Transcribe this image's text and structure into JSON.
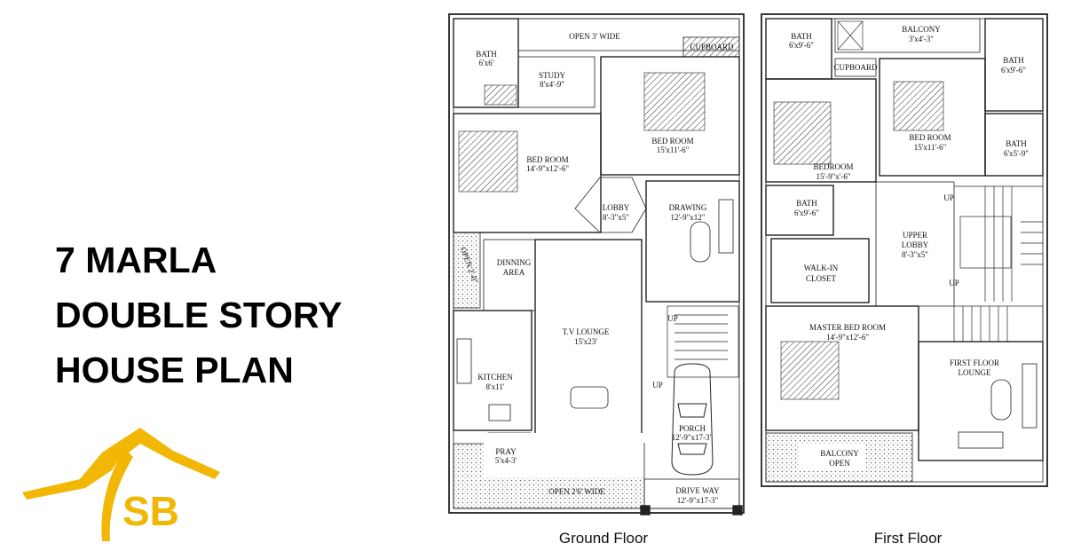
{
  "heading": {
    "line1": "7 MARLA",
    "line2": "DOUBLE STORY",
    "line3": "HOUSE PLAN"
  },
  "logo": {
    "text": "SB",
    "color": "#f2b705"
  },
  "ground_floor": {
    "caption": "Ground Floor",
    "rooms": [
      {
        "id": "open3",
        "name": "OPEN 3' WIDE",
        "size": ""
      },
      {
        "id": "cupboard",
        "name": "CUPBOARD",
        "size": ""
      },
      {
        "id": "bath",
        "name": "BATH",
        "size": "6'x6'"
      },
      {
        "id": "study",
        "name": "STUDY",
        "size": "8'x4'-9\""
      },
      {
        "id": "bedroom1",
        "name": "BED ROOM",
        "size": "15'x11'-6\""
      },
      {
        "id": "bedroom2",
        "name": "BED ROOM",
        "size": "14'-9\"x12'-6\""
      },
      {
        "id": "lobby",
        "name": "LOBBY",
        "size": "8'-3\"x5\""
      },
      {
        "id": "drawing",
        "name": "DRAWING",
        "size": "12'-9\"x12\""
      },
      {
        "id": "open2left",
        "name": "OPEN 2'-0\"",
        "size": ""
      },
      {
        "id": "dinning",
        "name": "DINNING",
        "size": "AREA"
      },
      {
        "id": "tvlounge",
        "name": "T.V LOUNGE",
        "size": "15'x23'"
      },
      {
        "id": "kitchen",
        "name": "KITCHEN",
        "size": "8'x11'"
      },
      {
        "id": "pray",
        "name": "PRAY",
        "size": "5'x4-3'"
      },
      {
        "id": "porch",
        "name": "PORCH",
        "size": "12'-9\"x17-3\""
      },
      {
        "id": "open26",
        "name": "OPEN 2'6' WIDE",
        "size": ""
      },
      {
        "id": "driveway",
        "name": "DRIVE WAY",
        "size": "12'-9\"x17-3\""
      },
      {
        "id": "up1",
        "name": "UP",
        "size": ""
      },
      {
        "id": "up2",
        "name": "UP",
        "size": ""
      }
    ]
  },
  "first_floor": {
    "caption": "First Floor",
    "rooms": [
      {
        "id": "bath1",
        "name": "BATH",
        "size": "6'x9'-6\""
      },
      {
        "id": "balcony",
        "name": "BALCONY",
        "size": "3'x4'-3\""
      },
      {
        "id": "bath2",
        "name": "BATH",
        "size": "6'x9'-6\""
      },
      {
        "id": "cupboard",
        "name": "CUPBOARD",
        "size": ""
      },
      {
        "id": "bedroom",
        "name": "BEDROOM",
        "size": "15'-9\"x'-6\""
      },
      {
        "id": "bedroom2",
        "name": "BED ROOM",
        "size": "15'x11'-6\""
      },
      {
        "id": "bath3",
        "name": "BATH",
        "size": "6'x5'-9\""
      },
      {
        "id": "bath4",
        "name": "BATH",
        "size": "6'x9'-6\""
      },
      {
        "id": "upperlobby",
        "name": "UPPER",
        "size": "LOBBY"
      },
      {
        "id": "upperlobby_size",
        "name": "8'-3\"x5\"",
        "size": ""
      },
      {
        "id": "walkin",
        "name": "WALK-IN",
        "size": "CLOSET"
      },
      {
        "id": "master",
        "name": "MASTER BED ROOM",
        "size": "14'-9\"x12'-6\""
      },
      {
        "id": "fflounge",
        "name": "FIRST FLOOR",
        "size": "LOUNGE"
      },
      {
        "id": "balconyopen",
        "name": "BALCONY",
        "size": "OPEN"
      },
      {
        "id": "up1",
        "name": "UP",
        "size": ""
      },
      {
        "id": "up2",
        "name": "UP",
        "size": ""
      }
    ]
  }
}
